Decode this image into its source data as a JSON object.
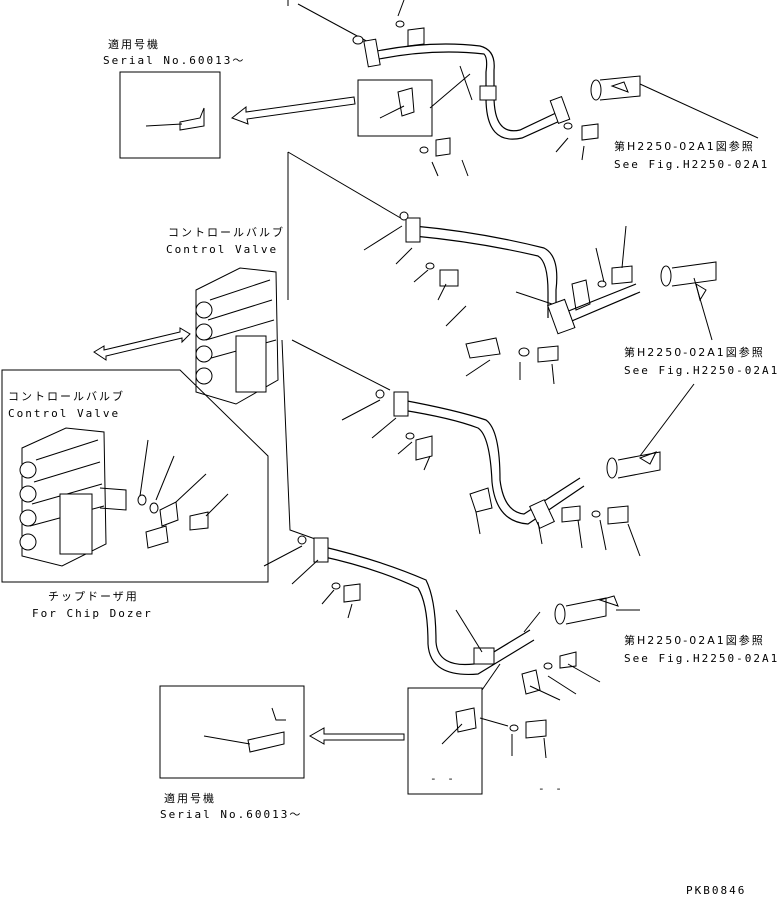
{
  "labels": {
    "top_serial_jp": "適用号機",
    "top_serial": "Serial No.60013～",
    "bottom_serial_jp": "適用号機",
    "bottom_serial": "Serial No.60013～",
    "control_valve_jp": "コントロールバルブ",
    "control_valve": "Control Valve",
    "inset_valve_jp": "コントロールバルブ",
    "inset_valve": "Control Valve",
    "chip_dozer_jp": "チップドーザ用",
    "chip_dozer": "For Chip Dozer",
    "ref1_jp": "第H2250-02A1図参照",
    "ref1_en": "See Fig.H2250-02A1",
    "ref2_jp": "第H2250-02A1図参照",
    "ref2_en": "See Fig.H2250-02A1",
    "ref3_jp": "第H2250-02A1図参照",
    "ref3_en": "See Fig.H2250-02A1",
    "small_box_note": "- -",
    "small_note_2": "- -",
    "doc_code": "PKB0846"
  }
}
